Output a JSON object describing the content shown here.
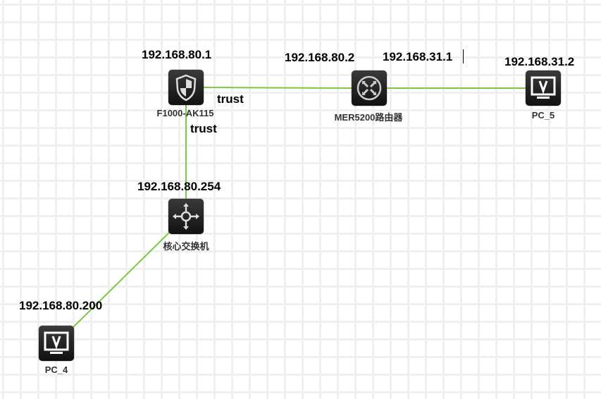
{
  "devices": {
    "firewall": {
      "name": "F1000-AK115",
      "icon": "firewall-shield-icon"
    },
    "router": {
      "name": "MER5200路由器",
      "icon": "router-icon"
    },
    "switch": {
      "name": "核心交换机",
      "icon": "switch-icon"
    },
    "pc5": {
      "name": "PC_5",
      "icon": "pc-monitor-icon"
    },
    "pc4": {
      "name": "PC_4",
      "icon": "pc-monitor-icon"
    }
  },
  "ip_labels": {
    "firewall": "192.168.80.1",
    "router_lan": "192.168.80.2",
    "router_wan": "192.168.31.1",
    "pc5": "192.168.31.2",
    "switch": "192.168.80.254",
    "pc4": "192.168.80.200"
  },
  "zone_labels": {
    "fw_router": "trust",
    "fw_switch": "trust"
  },
  "colors": {
    "link": "#7ac943",
    "grid": "#efefef"
  }
}
